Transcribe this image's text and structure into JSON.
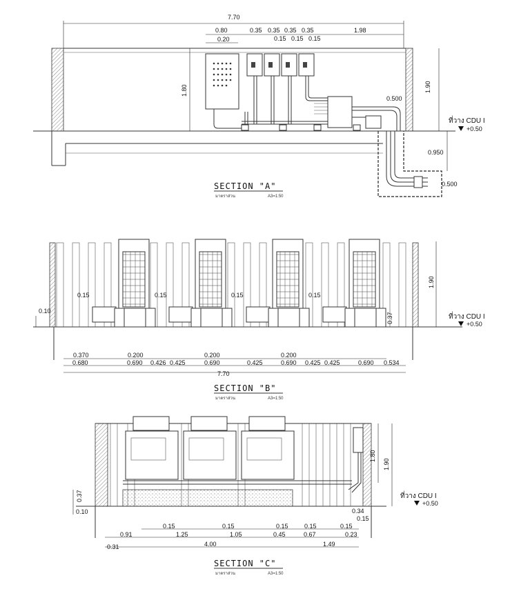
{
  "sections": [
    {
      "title": "SECTION  \"A\"",
      "subtitle": "มาตราส่วน",
      "scale": "A3=1:50",
      "dims": {
        "overall": "7.70",
        "panel_w": "0.80",
        "panel_offset": "0.20",
        "unit_gaps": [
          "0.35",
          "0.35",
          "0.35",
          "0.35"
        ],
        "unit_sub": [
          "0.15",
          "0.15",
          "0.15"
        ],
        "right_span": "1.98",
        "height": "1.80",
        "height_right": "1.90",
        "pipe_out": "0.500",
        "pipe_drop": "0.950",
        "pipe_end": "0.500"
      },
      "level_label": "ที่วาง CDU I",
      "level_value": "+0.50"
    },
    {
      "title": "SECTION  \"B\"",
      "subtitle": "มาตราส่วน",
      "scale": "A3=1:50",
      "dims": {
        "base": "0.10",
        "height": "1.90",
        "pad_h": "0.37",
        "offsets": [
          "0.15",
          "0.15",
          "0.15",
          "0.15"
        ],
        "row1": [
          "0.370",
          "0.200",
          "0.200",
          "0.200"
        ],
        "row2": [
          "0.680",
          "0.690",
          "0.426",
          "0.425",
          "0.690",
          "0.425",
          "0.690",
          "0.425",
          "0.425",
          "0.690",
          "0.534"
        ],
        "overall": "7.70"
      },
      "level_label": "ที่วาง CDU I",
      "level_value": "+0.50"
    },
    {
      "title": "SECTION  \"C\"",
      "subtitle": "มาตราส่วน",
      "scale": "A3=1:50",
      "dims": {
        "pad_h": "0.37",
        "base": "0.10",
        "h1": "1.80",
        "h2": "1.90",
        "row1": [
          "0.15",
          "0.15",
          "0.15",
          "0.15",
          "0.15"
        ],
        "right_small": [
          "0.34",
          "0.15"
        ],
        "row2": [
          "0.91",
          "1.25",
          "1.05",
          "0.45",
          "0.67",
          "0.23"
        ],
        "row3_left": "0.31",
        "row3_mid": "4.00",
        "row3_right": "1.49"
      },
      "level_label": "ที่วาง CDU I",
      "level_value": "+0.50"
    }
  ]
}
